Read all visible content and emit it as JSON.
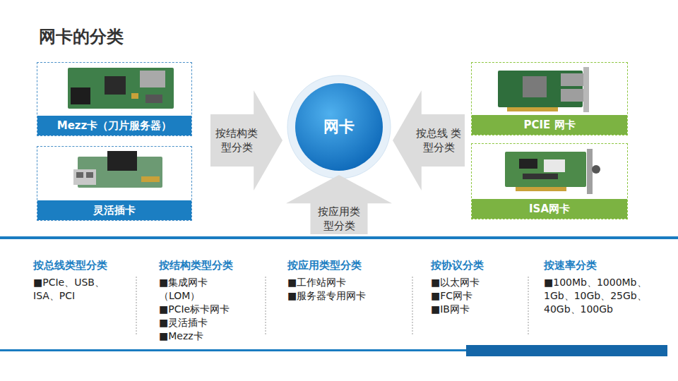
{
  "diagram": {
    "title": "网卡的分类",
    "nodes": [
      {
        "text": [
          "Mezz卡（刀片服务器）"
        ]
      },
      {
        "text": [
          "灵活插卡"
        ]
      },
      {
        "text": [
          "按结构类 型分类"
        ]
      },
      {
        "text": [
          "网卡"
        ]
      },
      {
        "text": [
          "按总线 类型分类"
        ]
      },
      {
        "text": [
          "PCIE 网卡"
        ]
      },
      {
        "text": [
          "ISA网卡"
        ]
      },
      {
        "text": [
          "按应用类 型分类"
        ]
      }
    ],
    "labels": [
      "按总线类型分类",
      "■PCIe、USB、 ISA、PCI",
      "按结构类型分类",
      "■集成网卡 （LOM）",
      "■PCIe标卡网卡",
      "■灵活插卡",
      "■Mezz卡",
      "按应用类型分类",
      "■工作站网卡",
      "■服务器专用网卡",
      "按协议分类",
      "■以太网卡",
      "■FC网卡",
      "■IB网卡",
      "按速率分类",
      "■100Mb、1000Mb、 1Gb、10Gb、25Gb、 40Gb、100Gb"
    ]
  }
}
